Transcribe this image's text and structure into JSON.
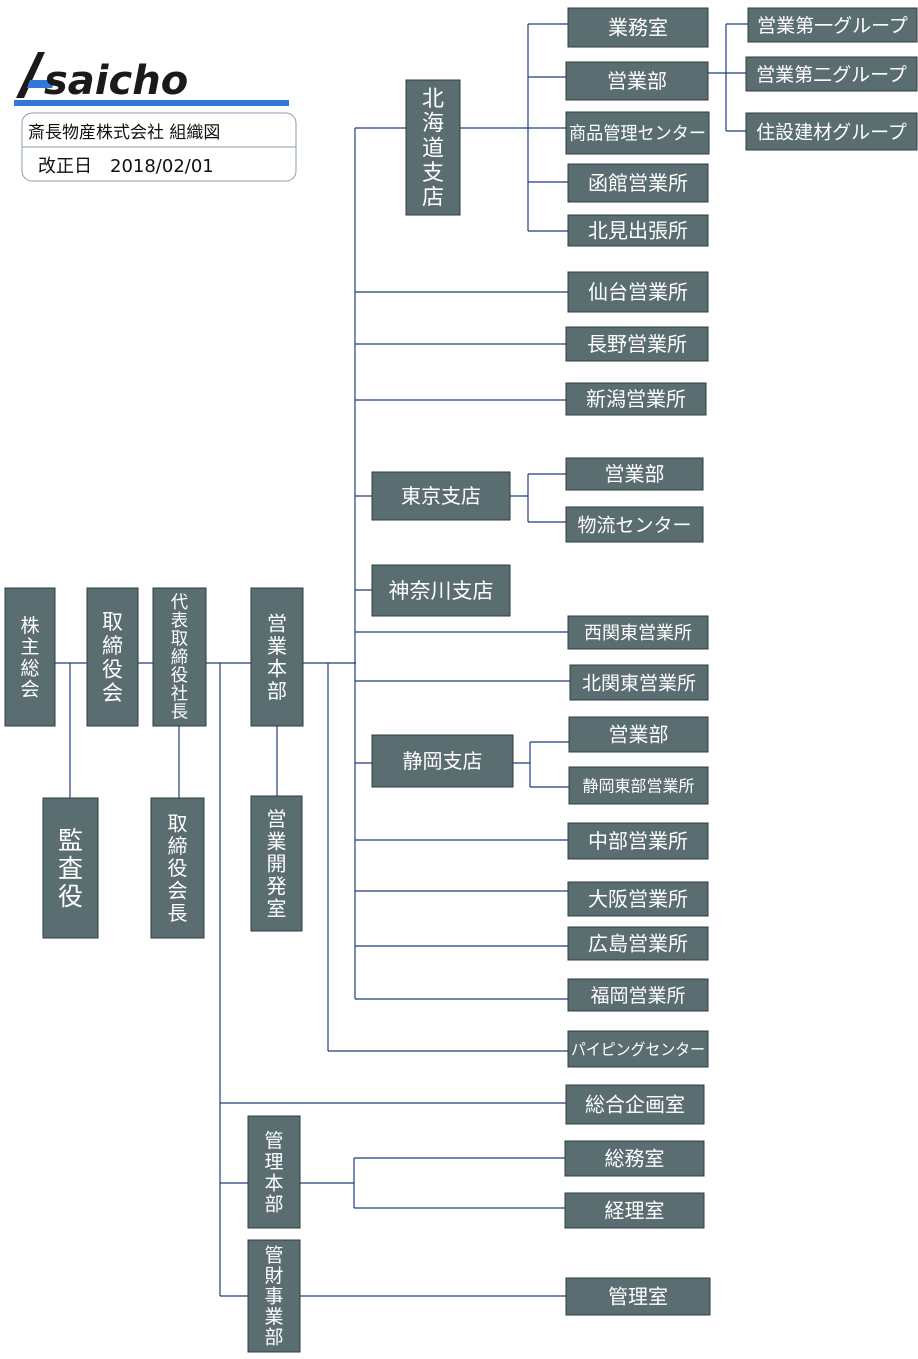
{
  "company": {
    "logo_text": "saicho",
    "title": "斎長物産株式会社 組織図",
    "revision": "改正日　2018/02/01"
  },
  "colors": {
    "box": "#5a6d70",
    "line": "#1f3f7a",
    "logo_bar": "#2f7ad9"
  },
  "units": {
    "shareholders": "株主総会",
    "board": "取締役会",
    "auditor": "監査役",
    "president": "代表取締役社長",
    "chairman": "取締役会長",
    "sales_hq": "営業本部",
    "sales_dev": "営業開発室",
    "hokkaido": "北海道支店",
    "hk_business": "業務室",
    "hk_sales": "営業部",
    "hk_product": "商品管理センター",
    "hk_hakodate": "函館営業所",
    "hk_kitami": "北見出張所",
    "grp1": "営業第一グループ",
    "grp2": "営業第二グループ",
    "grp3": "住設建材グループ",
    "sendai": "仙台営業所",
    "nagano": "長野営業所",
    "niigata": "新潟営業所",
    "tokyo": "東京支店",
    "tk_sales": "営業部",
    "tk_logistics": "物流センター",
    "kanagawa": "神奈川支店",
    "nishi_kanto": "西関東営業所",
    "kita_kanto": "北関東営業所",
    "shizuoka": "静岡支店",
    "sz_sales": "営業部",
    "sz_east": "静岡東部営業所",
    "chubu": "中部営業所",
    "osaka": "大阪営業所",
    "hiroshima": "広島営業所",
    "fukuoka": "福岡営業所",
    "piping": "パイピングセンター",
    "planning": "総合企画室",
    "admin_hq": "管理本部",
    "general_affairs": "総務室",
    "accounting": "経理室",
    "property": "管財事業部",
    "management": "管理室"
  }
}
